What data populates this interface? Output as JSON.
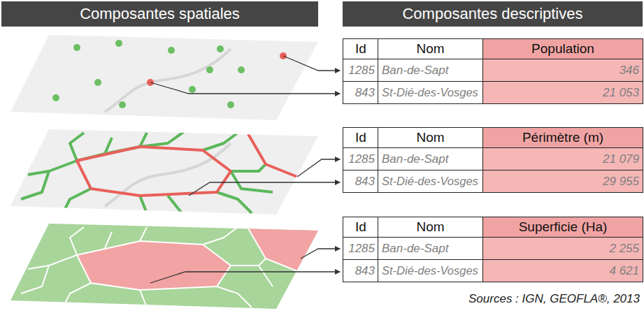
{
  "diagram": {
    "caption": "Sources : IGN, GEOFLA®, 2013",
    "nodes": [
      {
        "text": [
          "Composantes spatiales"
        ]
      },
      {
        "text": [
          "Composantes descriptives"
        ]
      }
    ],
    "labels": [
      "Id",
      "Nom",
      "Population",
      "1285",
      "Ban-de-Sapt",
      "346",
      "843",
      "St-Dié-des-Vosges",
      "21 053",
      "Id",
      "Nom",
      "Périmètre (m)",
      "1285",
      "Ban-de-Sapt",
      "21 079",
      "843",
      "St-Dié-des-Vosges",
      "29 955",
      "Id",
      "Nom",
      "Superficie (Ha)",
      "1285",
      "Ban-de-Sapt",
      "2 255",
      "843",
      "St-Dié-des-Vosges",
      "4 621"
    ]
  }
}
